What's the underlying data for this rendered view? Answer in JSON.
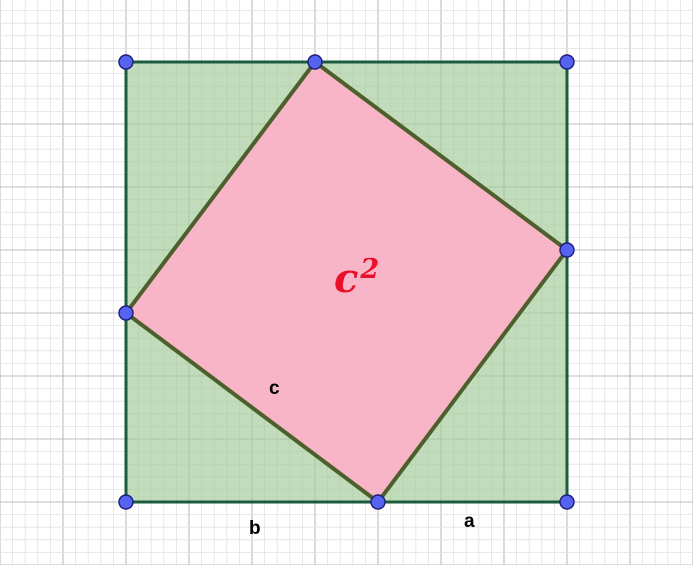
{
  "labels": {
    "area_base": "c",
    "area_exponent": "2",
    "side_c": "c",
    "side_b": "b",
    "side_a": "a"
  },
  "colors": {
    "grid_minor": "#e2e2e2",
    "grid_major": "#bdbdbd",
    "outer_square_fill": "#9fca97",
    "outer_square_stroke": "#1d5b3f",
    "inner_square_fill": "#ffafc8",
    "inner_square_stroke": "#4d5f2c",
    "point_fill": "#5563ee",
    "point_stroke": "#1d1d7a",
    "area_label": "#e8102a"
  }
}
